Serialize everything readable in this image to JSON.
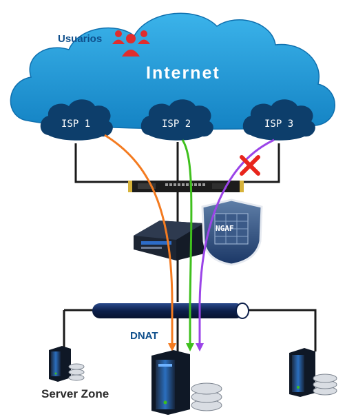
{
  "labels": {
    "users": "Usuarios",
    "internet": "Internet",
    "isp1": "ISP 1",
    "isp2": "ISP 2",
    "isp3": "ISP 3",
    "dnat": "DNAT",
    "server_zone": "Server Zone",
    "ngaf": "NGAF"
  },
  "colors": {
    "cloud": "#1e9ad6",
    "isp_cloud": "#0d3e6b",
    "users_icon": "#e02d2d",
    "isp1_path": "#f47b20",
    "isp2_path": "#3fc01d",
    "isp3_path": "#9b44e8",
    "failure_mark": "#e8251c",
    "backbone": "#0c1f4a",
    "wire": "#1a1a1a"
  },
  "icons": [
    "users-icon",
    "firewall-appliance-icon",
    "security-shield-icon",
    "server-icon",
    "database-icon",
    "failure-x-icon"
  ],
  "links": [
    {
      "from": "isp1",
      "to": "main-server",
      "status": "active"
    },
    {
      "from": "isp2",
      "to": "main-server",
      "status": "active"
    },
    {
      "from": "isp3",
      "to": "main-server",
      "status": "failed"
    }
  ]
}
